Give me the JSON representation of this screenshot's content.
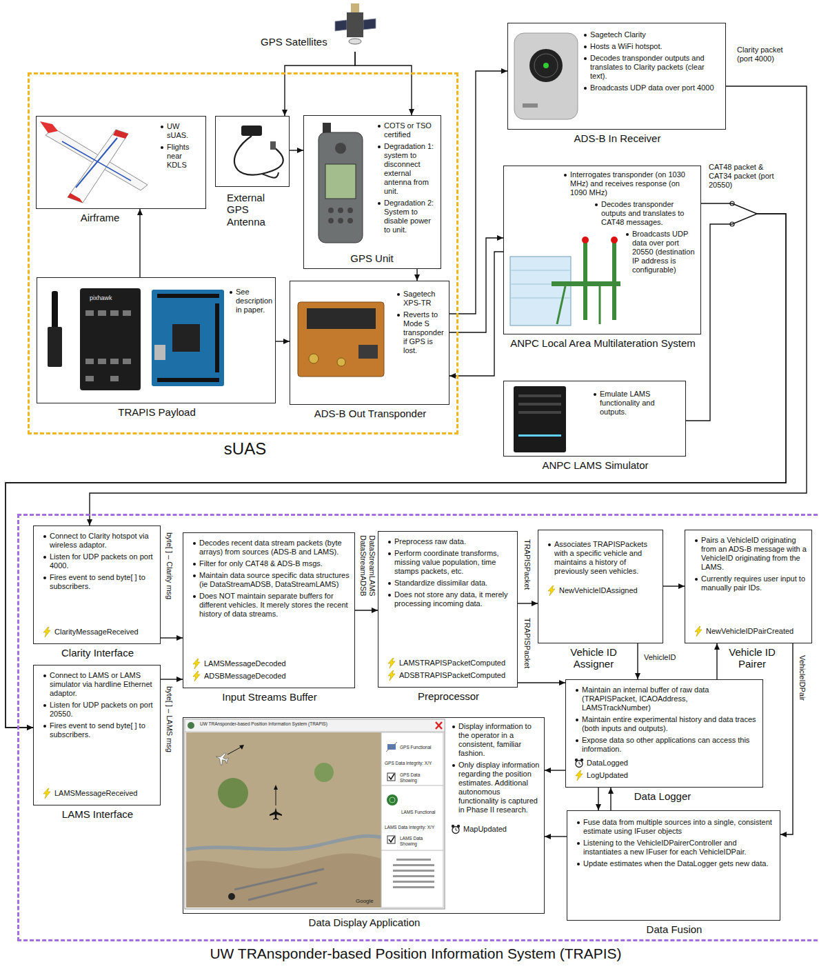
{
  "diagram": {
    "nodes": [
      {
        "text": [
          "sUAS"
        ]
      },
      {
        "text": [
          "UW sUAS.",
          "Flights near KDLS",
          "Airframe"
        ],
        "in": 0
      },
      {
        "text": [
          "External GPS Antenna"
        ],
        "in": 0
      },
      {
        "text": [
          "COTS or TSO certified",
          "Degradation 1: system to disconnect external antenna from unit.",
          "Degradation 2: System to disable power to unit.",
          "GPS Unit"
        ],
        "in": 0
      },
      {
        "text": [
          "See description in paper.",
          "TRAPIS Payload"
        ],
        "in": 0
      },
      {
        "text": [
          "Sagetech XPS-TR",
          "Reverts to Mode S transponder if GPS is lost.",
          "ADS-B Out Transponder"
        ],
        "in": 0
      },
      {
        "text": [
          "GPS Satellites"
        ]
      },
      {
        "text": [
          "Sagetech Clarity",
          "Hosts a WiFi hotspot.",
          "Decodes transponder outputs and translates to Clarity packets (clear text).",
          "Broadcasts UDP data over port 4000",
          "ADS-B In Receiver"
        ]
      },
      {
        "text": [
          "Interrogates transponder (on 1030 MHz) and receives response (on 1090 MHz)",
          "Decodes transponder outputs and translates to CAT48 messages.",
          "Broadcasts UDP data over port 20550 (destination IP address is configurable)",
          "ANPC Local Area Multilateration System"
        ]
      },
      {
        "text": [
          "Emulate LAMS functionality and outputs.",
          "ANPC LAMS Simulator"
        ]
      },
      {
        "text": [
          "UW TRAnsponder-based Position Information System (TRAPIS)"
        ]
      },
      {
        "text": [
          "Connect to Clarity hotspot via wireless adaptor.",
          "Listen for UDP packets on port 4000.",
          "Fires event to send byte[ ] to subscribers.",
          "ClarityMessageReceived",
          "Clarity Interface"
        ],
        "in": 10
      },
      {
        "text": [
          "Connect to LAMS or LAMS simulator via hardline Ethernet adaptor.",
          "Listen for UDP packets on port 20550.",
          "Fires event to send byte[ ] to subscribers.",
          "LAMSMessageReceived",
          "LAMS Interface"
        ],
        "in": 10
      },
      {
        "text": [
          "Decodes recent data stream packets (byte arrays) from sources (ADS-B and LAMS).",
          "Filter for only CAT48 & ADS-B msgs.",
          "Maintain data source specific data structures (ie DataStreamADSB, DataStreamLAMS)",
          "Does NOT maintain separate buffers for different vehicles. It merely stores the recent history of data streams.",
          "LAMSMessageDecoded",
          "ADSBMessageDecoded",
          "Input Streams Buffer"
        ],
        "in": 10
      },
      {
        "text": [
          "Preprocess raw data.",
          "Perform coordinate transforms, missing value population, time stamps packets, etc.",
          "Standardize dissimilar data.",
          "Does not store any data, it merely processing incoming data.",
          "LAMSTRAPISPacketComputed",
          "ADSBTRAPISPacketComputed",
          "Preprocessor"
        ],
        "in": 10
      },
      {
        "text": [
          "Associates TRAPISPackets with a specific vehicle and maintains a history of previously seen vehicles.",
          "NewVehicleIDAssigned",
          "Vehicle ID Assigner"
        ],
        "in": 10
      },
      {
        "text": [
          "Pairs a VehicleID originating from an ADS-B message with a VehicleID originating from the LAMS.",
          "Currently requires user input to manually pair IDs.",
          "NewVehicleIDPairCreated",
          "Vehicle ID Pairer"
        ],
        "in": 10
      },
      {
        "text": [
          "Maintain an internal buffer of raw data (TRAPISPacket, ICAOAddress, LAMSTrackNumber)",
          "Maintain entire experimental history and data traces (both inputs and outputs).",
          "Expose data so other applications can access this information.",
          "DataLogged",
          "LogUpdated",
          "Data Logger"
        ],
        "in": 10
      },
      {
        "text": [
          "Display information to the operator in a consistent, familiar fashion.",
          "Only display information regarding the position estimates. Additional autonomous functionality is captured in Phase II research.",
          "MapUpdated",
          "Data Display Application"
        ],
        "in": 10
      },
      {
        "text": [
          "Fuse data from multiple sources into a single, consistent estimate using IFuser objects",
          "Listening to the VehicleIDPairerController and instantiates a new IFuser for each VehicleIDPair.",
          "Update estimates when the DataLogger gets new data.",
          "Data Fusion"
        ],
        "in": 10
      }
    ],
    "edges": [
      {
        "from": 6,
        "to": 2,
        "arrow": "to"
      },
      {
        "from": 6,
        "to": 3,
        "arrow": "to"
      },
      {
        "from": 2,
        "to": 3,
        "arrow": "to"
      },
      {
        "from": 3,
        "to": 5,
        "arrow": "to"
      },
      {
        "from": 4,
        "to": 1,
        "arrow": "to"
      },
      {
        "from": 4,
        "to": 5,
        "arrow": "to"
      },
      {
        "from": 5,
        "to": 7,
        "arrow": "to"
      },
      {
        "from": 5,
        "to": 8,
        "arrow": "to"
      },
      {
        "from": 8,
        "to": 5,
        "arrow": "to"
      },
      {
        "from": 7,
        "to": 11,
        "label": "Clarity packet (port 4000)",
        "arrow": "to"
      },
      {
        "from": 8,
        "to": 12,
        "label": "CAT48 packet & CAT34 packet (port 20550)",
        "arrow": "to"
      },
      {
        "from": 9,
        "to": 12,
        "arrow": "to"
      },
      {
        "from": 11,
        "to": 13,
        "label": "byte[ ] – Clarity msg",
        "arrow": "to"
      },
      {
        "from": 12,
        "to": 13,
        "label": "byte[ ] – LAMS msg",
        "arrow": "to"
      },
      {
        "from": 13,
        "to": 14,
        "label": "DataStreamLAMS DataStreamADSB",
        "arrow": "to"
      },
      {
        "from": 14,
        "to": 15,
        "label": "TRAPISPacket",
        "arrow": "to"
      },
      {
        "from": 14,
        "to": 17,
        "label": "TRAPISPacket",
        "arrow": "to"
      },
      {
        "from": 15,
        "to": 17,
        "label": "VehicleID",
        "arrow": "to"
      },
      {
        "from": 15,
        "to": 16,
        "arrow": "to"
      },
      {
        "from": 17,
        "to": 16,
        "arrow": "to"
      },
      {
        "from": 16,
        "to": 19,
        "label": "VehicleIDPair",
        "arrow": "to"
      },
      {
        "from": 17,
        "to": 18,
        "arrow": "to"
      },
      {
        "from": 19,
        "to": 18,
        "arrow": "to"
      },
      {
        "from": 17,
        "to": 19,
        "arrow": "to"
      },
      {
        "from": 19,
        "to": 17,
        "arrow": "to"
      }
    ],
    "labels": [
      "pixhawk",
      "UW TRAnsponder-based Position Information System (TRAPIS)",
      "GPS Functional",
      "GPS Data Integrity: X/Y",
      "GPS Data Showing",
      "LAMS Functional",
      "LAMS Data Integrity: X/Y",
      "LAMS Data Showing",
      "Google"
    ]
  }
}
